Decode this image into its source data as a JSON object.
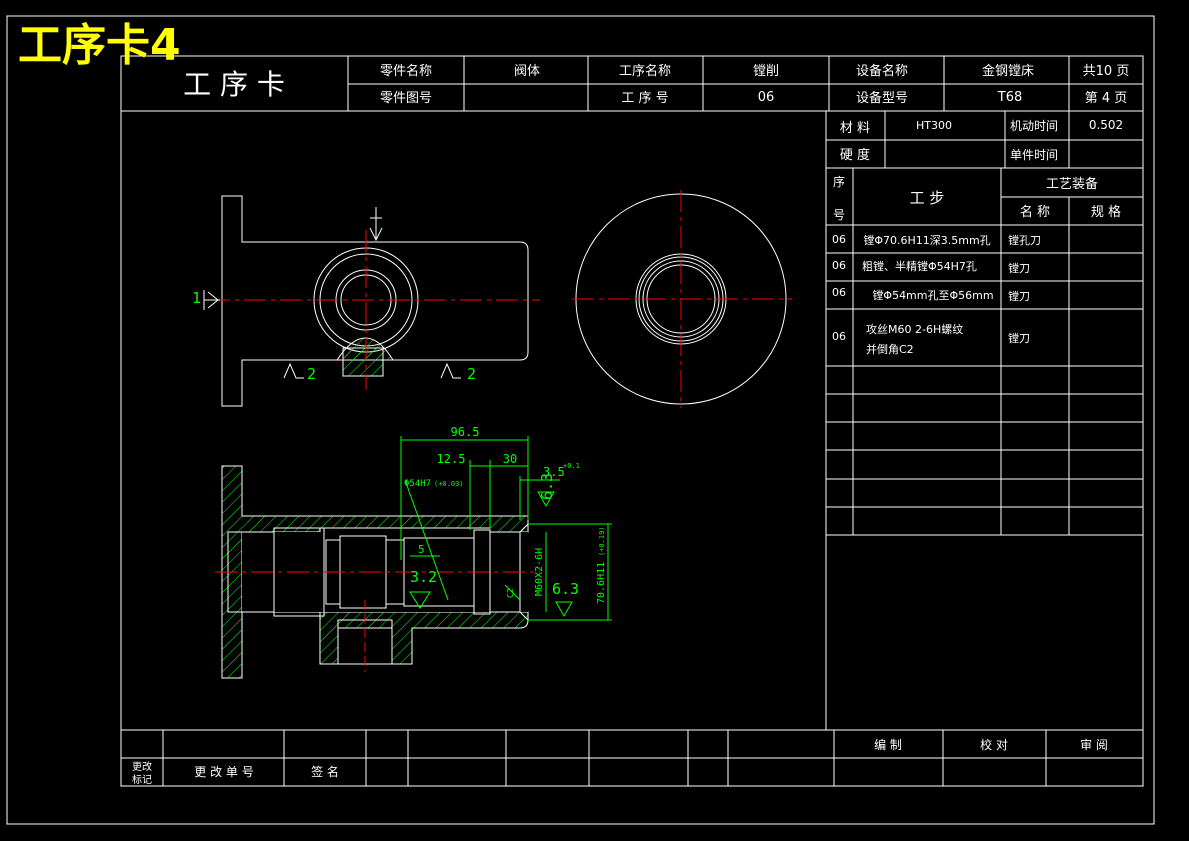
{
  "title_overlay": "工序卡4",
  "header": {
    "card_title": "工  序  卡",
    "part_name_label": "零件名称",
    "part_name": "阀体",
    "process_name_label": "工序名称",
    "process_name": "镗削",
    "equipment_name_label": "设备名称",
    "equipment_name": "金钢镗床",
    "total_pages": "共10 页",
    "part_drawing_label": "零件图号",
    "part_drawing": "",
    "process_no_label": "工  序  号",
    "process_no": "06",
    "equipment_model_label": "设备型号",
    "equipment_model": "T68",
    "page_no": "第 4 页"
  },
  "info": {
    "material_label": "材  料",
    "material": "HT300",
    "machine_time_label": "机动时间",
    "machine_time": "0.502",
    "hardness_label": "硬  度",
    "hardness": "",
    "unit_time_label": "单件时间",
    "unit_time": ""
  },
  "steps_table": {
    "seq_label_1": "序",
    "seq_label_2": "号",
    "step_label": "工    步",
    "equipment_label": "工艺装备",
    "tool_name_label": "名  称",
    "tool_spec_label": "规  格",
    "rows": [
      {
        "no": "06",
        "step": "镗Φ70.6H11深3.5mm孔",
        "tool": "镗孔刀",
        "spec": ""
      },
      {
        "no": "06",
        "step": "粗镗、半精镗Φ54H7孔",
        "tool": "镗刀",
        "spec": ""
      },
      {
        "no": "06",
        "step": "镗Φ54mm孔至Φ56mm",
        "tool": "镗刀",
        "spec": ""
      },
      {
        "no": "06",
        "step": "攻丝M60 2-6H螺纹",
        "step2": "并倒角C2",
        "tool": "镗刀",
        "spec": ""
      }
    ]
  },
  "footer": {
    "change_mark_1": "更改",
    "change_mark_2": "标记",
    "change_no_label": "更 改 单 号",
    "sign_label": "签  名",
    "compile_label": "编      制",
    "check_label": "校      对",
    "review_label": "审      阅"
  },
  "drawing": {
    "locator_1": "1",
    "locator_2a": "2",
    "locator_2b": "2",
    "dim_96_5": "96.5",
    "dim_12_5": "12.5",
    "dim_30": "30",
    "dim_3_5": "3.5",
    "dim_3_5_tol": "+0.1",
    "phi54": "Φ54H7",
    "phi54_tol": "(+0.03)",
    "dim_5": "5",
    "rough_3_2": "3.2",
    "rough_6_3a": "6.3",
    "rough_6_3b": "6.3",
    "m60": "M60X2-6H",
    "phi70": "70.6H11",
    "phi70_tol": "(+0.19)",
    "c2": "C2"
  }
}
